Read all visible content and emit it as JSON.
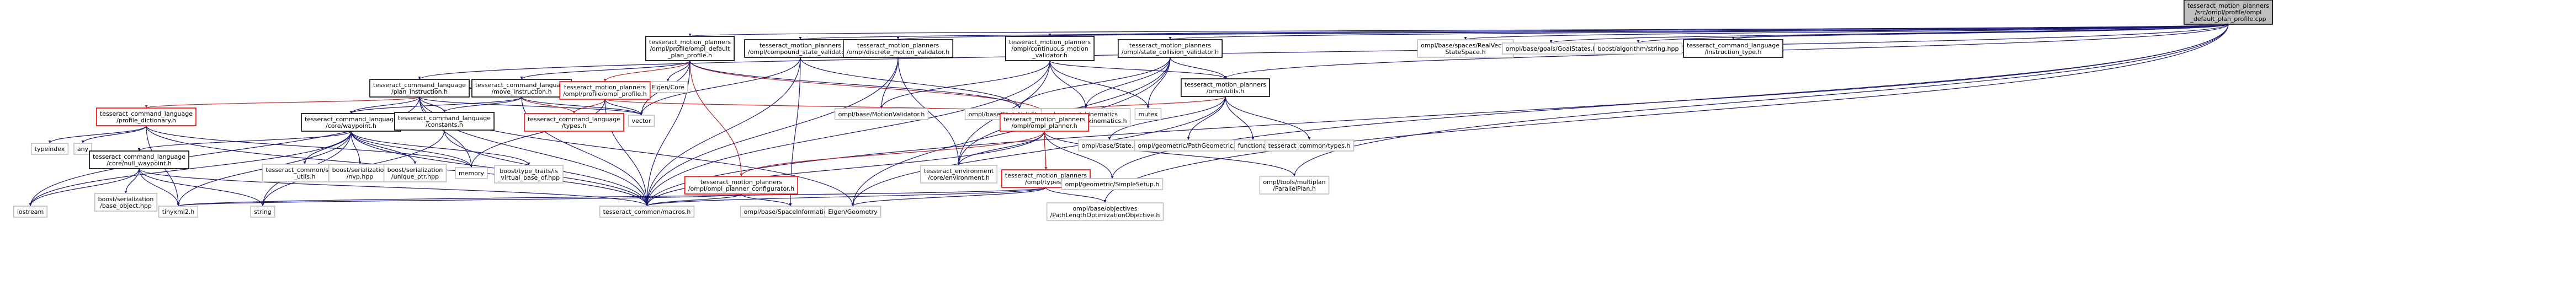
{
  "diagram": {
    "colors": {
      "root_fill": "#bfbfbf",
      "default_stroke": "#000000",
      "highlight_stroke": "#ff0000",
      "light_stroke": "#bfbfbf",
      "edge": "#191970",
      "edge_highlight": "#b22222"
    },
    "nodes": [
      {
        "id": "root",
        "style": "root",
        "lines": [
          "tesseract_motion_planners",
          "/src/ompl/profile/ompl",
          "_default_plan_profile.cpp"
        ]
      },
      {
        "id": "plan_instruction",
        "style": "default",
        "lines": [
          "tesseract_command_language",
          "/plan_instruction.h"
        ]
      },
      {
        "id": "ompl_default_plan_profile",
        "style": "default",
        "lines": [
          "tesseract_motion_planners",
          "/ompl/profile/ompl_default",
          "_plan_profile.h"
        ]
      },
      {
        "id": "compound_state_validator",
        "style": "default",
        "lines": [
          "tesseract_motion_planners",
          "/ompl/compound_state_validator.h"
        ]
      },
      {
        "id": "discrete_motion_validator",
        "style": "default",
        "lines": [
          "tesseract_motion_planners",
          "/ompl/discrete_motion_validator.h"
        ]
      },
      {
        "id": "continuous_motion_validator",
        "style": "default",
        "lines": [
          "tesseract_motion_planners",
          "/ompl/continuous_motion",
          "_validator.h"
        ]
      },
      {
        "id": "state_collision_validator",
        "style": "default",
        "lines": [
          "tesseract_motion_planners",
          "/ompl/state_collision_validator.h"
        ]
      },
      {
        "id": "real_vector_state_space",
        "style": "light",
        "lines": [
          "ompl/base/spaces/RealVector",
          "StateSpace.h"
        ]
      },
      {
        "id": "goal_states",
        "style": "light",
        "lines": [
          "ompl/base/goals/GoalStates.h"
        ]
      },
      {
        "id": "boost_string",
        "style": "light",
        "lines": [
          "boost/algorithm/string.hpp"
        ]
      },
      {
        "id": "instruction_type",
        "style": "default",
        "lines": [
          "tesseract_command_language",
          "/instruction_type.h"
        ]
      },
      {
        "id": "profile_dictionary",
        "style": "highlight",
        "lines": [
          "tesseract_command_language",
          "/profile_dictionary.h"
        ]
      },
      {
        "id": "move_instruction",
        "style": "default",
        "lines": [
          "tesseract_command_language",
          "/move_instruction.h"
        ]
      },
      {
        "id": "eigen_core",
        "style": "light",
        "lines": [
          "Eigen/Core"
        ]
      },
      {
        "id": "ompl_profile",
        "style": "highlight",
        "lines": [
          "tesseract_motion_planners",
          "/ompl/profile/ompl_profile.h"
        ]
      },
      {
        "id": "motion_validator",
        "style": "light",
        "lines": [
          "ompl/base/MotionValidator.h"
        ]
      },
      {
        "id": "state_validity_checker",
        "style": "light",
        "lines": [
          "ompl/base/StateValidityChecker.h"
        ]
      },
      {
        "id": "forward_kinematics",
        "style": "light",
        "lines": [
          "tesseract_kinematics",
          "/core/forward_kinematics.h"
        ]
      },
      {
        "id": "mutex",
        "style": "light",
        "lines": [
          "mutex"
        ]
      },
      {
        "id": "ompl_utils",
        "style": "default",
        "lines": [
          "tesseract_motion_planners",
          "/ompl/utils.h"
        ]
      },
      {
        "id": "typeindex",
        "style": "light",
        "lines": [
          "typeindex"
        ]
      },
      {
        "id": "any",
        "style": "light",
        "lines": [
          "any"
        ]
      },
      {
        "id": "waypoint",
        "style": "default",
        "lines": [
          "tesseract_command_language",
          "/core/waypoint.h"
        ]
      },
      {
        "id": "constants",
        "style": "default",
        "lines": [
          "tesseract_command_language",
          "/constants.h"
        ]
      },
      {
        "id": "types_cl",
        "style": "highlight",
        "lines": [
          "tesseract_command_language",
          "/types.h"
        ]
      },
      {
        "id": "vector",
        "style": "light",
        "lines": [
          "vector"
        ]
      },
      {
        "id": "ompl_planner",
        "style": "highlight",
        "lines": [
          "tesseract_motion_planners",
          "/ompl/ompl_planner.h"
        ]
      },
      {
        "id": "state_h",
        "style": "light",
        "lines": [
          "ompl/base/State.h"
        ]
      },
      {
        "id": "path_geometric",
        "style": "light",
        "lines": [
          "ompl/geometric/PathGeometric.h"
        ]
      },
      {
        "id": "functional",
        "style": "light",
        "lines": [
          "functional"
        ]
      },
      {
        "id": "common_types",
        "style": "light",
        "lines": [
          "tesseract_common/types.h"
        ]
      },
      {
        "id": "null_waypoint",
        "style": "default",
        "lines": [
          "tesseract_command_language",
          "/core/null_waypoint.h"
        ]
      },
      {
        "id": "sfinae_utils",
        "style": "light",
        "lines": [
          "tesseract_common/sfinae",
          "_utils.h"
        ]
      },
      {
        "id": "nvp",
        "style": "light",
        "lines": [
          "boost/serialization",
          "/nvp.hpp"
        ]
      },
      {
        "id": "unique_ptr",
        "style": "light",
        "lines": [
          "boost/serialization",
          "/unique_ptr.hpp"
        ]
      },
      {
        "id": "memory",
        "style": "light",
        "lines": [
          "memory"
        ]
      },
      {
        "id": "is_virtual_base_of",
        "style": "light",
        "lines": [
          "boost/type_traits/is",
          "_virtual_base_of.hpp"
        ]
      },
      {
        "id": "environment",
        "style": "light",
        "lines": [
          "tesseract_environment",
          "/core/environment.h"
        ]
      },
      {
        "id": "ompl_types",
        "style": "highlight",
        "lines": [
          "tesseract_motion_planners",
          "/ompl/types.h"
        ]
      },
      {
        "id": "simple_setup",
        "style": "light",
        "lines": [
          "ompl/geometric/SimpleSetup.h"
        ]
      },
      {
        "id": "parallel_plan",
        "style": "light",
        "lines": [
          "ompl/tools/multiplan",
          "/ParallelPlan.h"
        ]
      },
      {
        "id": "ompl_planner_configurator",
        "style": "highlight",
        "lines": [
          "tesseract_motion_planners",
          "/ompl/ompl_planner_configurator.h"
        ]
      },
      {
        "id": "base_object",
        "style": "light",
        "lines": [
          "boost/serialization",
          "/base_object.hpp"
        ]
      },
      {
        "id": "iostream",
        "style": "light",
        "lines": [
          "iostream"
        ]
      },
      {
        "id": "tinyxml2",
        "style": "light",
        "lines": [
          "tinyxml2.h"
        ]
      },
      {
        "id": "string",
        "style": "light",
        "lines": [
          "string"
        ]
      },
      {
        "id": "macros",
        "style": "light",
        "lines": [
          "tesseract_common/macros.h"
        ]
      },
      {
        "id": "space_information",
        "style": "light",
        "lines": [
          "ompl/base/SpaceInformation.h"
        ]
      },
      {
        "id": "eigen_geometry",
        "style": "light",
        "lines": [
          "Eigen/Geometry"
        ]
      },
      {
        "id": "path_length_objective",
        "style": "light",
        "lines": [
          "ompl/base/objectives",
          "/PathLengthOptimizationObjective.h"
        ]
      }
    ],
    "edges": [
      [
        "root",
        "plan_instruction"
      ],
      [
        "root",
        "ompl_default_plan_profile"
      ],
      [
        "root",
        "compound_state_validator"
      ],
      [
        "root",
        "discrete_motion_validator"
      ],
      [
        "root",
        "continuous_motion_validator"
      ],
      [
        "root",
        "state_collision_validator"
      ],
      [
        "root",
        "real_vector_state_space"
      ],
      [
        "root",
        "goal_states"
      ],
      [
        "root",
        "boost_string"
      ],
      [
        "root",
        "instruction_type"
      ],
      [
        "root",
        "ompl_utils"
      ],
      [
        "root",
        "simple_setup"
      ],
      [
        "root",
        "parallel_plan"
      ],
      [
        "root",
        "path_length_objective"
      ],
      [
        "root",
        "macros"
      ],
      [
        "plan_instruction",
        "profile_dictionary"
      ],
      [
        "plan_instruction",
        "move_instruction"
      ],
      [
        "plan_instruction",
        "waypoint"
      ],
      [
        "plan_instruction",
        "constants"
      ],
      [
        "plan_instruction",
        "vector"
      ],
      [
        "plan_instruction",
        "memory"
      ],
      [
        "plan_instruction",
        "macros"
      ],
      [
        "plan_instruction",
        "iostream"
      ],
      [
        "plan_instruction",
        "eigen_geometry"
      ],
      [
        "ompl_default_plan_profile",
        "ompl_profile"
      ],
      [
        "ompl_default_plan_profile",
        "eigen_core"
      ],
      [
        "ompl_default_plan_profile",
        "vector"
      ],
      [
        "ompl_default_plan_profile",
        "ompl_planner_configurator"
      ],
      [
        "ompl_default_plan_profile",
        "macros"
      ],
      [
        "ompl_default_plan_profile",
        "ompl_planner"
      ],
      [
        "ompl_default_plan_profile",
        "state_validity_checker"
      ],
      [
        "ompl_default_plan_profile",
        "move_instruction"
      ],
      [
        "compound_state_validator",
        "state_validity_checker"
      ],
      [
        "compound_state_validator",
        "vector"
      ],
      [
        "compound_state_validator",
        "macros"
      ],
      [
        "compound_state_validator",
        "space_information"
      ],
      [
        "discrete_motion_validator",
        "motion_validator"
      ],
      [
        "discrete_motion_validator",
        "macros"
      ],
      [
        "discrete_motion_validator",
        "environment"
      ],
      [
        "continuous_motion_validator",
        "motion_validator"
      ],
      [
        "continuous_motion_validator",
        "forward_kinematics"
      ],
      [
        "continuous_motion_validator",
        "mutex"
      ],
      [
        "continuous_motion_validator",
        "environment"
      ],
      [
        "continuous_motion_validator",
        "macros"
      ],
      [
        "continuous_motion_validator",
        "ompl_utils"
      ],
      [
        "state_collision_validator",
        "state_validity_checker"
      ],
      [
        "state_collision_validator",
        "forward_kinematics"
      ],
      [
        "state_collision_validator",
        "mutex"
      ],
      [
        "state_collision_validator",
        "ompl_utils"
      ],
      [
        "state_collision_validator",
        "environment"
      ],
      [
        "state_collision_validator",
        "eigen_geometry"
      ],
      [
        "profile_dictionary",
        "typeindex"
      ],
      [
        "profile_dictionary",
        "any"
      ],
      [
        "profile_dictionary",
        "memory"
      ],
      [
        "profile_dictionary",
        "macros"
      ],
      [
        "profile_dictionary",
        "tinyxml2"
      ],
      [
        "move_instruction",
        "waypoint"
      ],
      [
        "move_instruction",
        "constants"
      ],
      [
        "move_instruction",
        "types_cl"
      ],
      [
        "move_instruction",
        "vector"
      ],
      [
        "move_instruction",
        "macros"
      ],
      [
        "ompl_profile",
        "types_cl"
      ],
      [
        "ompl_profile",
        "ompl_planner"
      ],
      [
        "ompl_profile",
        "vector"
      ],
      [
        "ompl_profile",
        "memory"
      ],
      [
        "ompl_profile",
        "macros"
      ],
      [
        "waypoint",
        "null_waypoint"
      ],
      [
        "waypoint",
        "sfinae_utils"
      ],
      [
        "waypoint",
        "nvp"
      ],
      [
        "waypoint",
        "unique_ptr"
      ],
      [
        "waypoint",
        "memory"
      ],
      [
        "waypoint",
        "is_virtual_base_of"
      ],
      [
        "waypoint",
        "string"
      ],
      [
        "waypoint",
        "tinyxml2"
      ],
      [
        "waypoint",
        "macros"
      ],
      [
        "waypoint",
        "iostream"
      ],
      [
        "constants",
        "macros"
      ],
      [
        "constants",
        "string"
      ],
      [
        "ompl_utils",
        "state_h"
      ],
      [
        "ompl_utils",
        "path_geometric"
      ],
      [
        "ompl_utils",
        "functional"
      ],
      [
        "ompl_utils",
        "common_types"
      ],
      [
        "ompl_utils",
        "ompl_planner"
      ],
      [
        "ompl_utils",
        "eigen_geometry"
      ],
      [
        "ompl_planner",
        "ompl_planner_configurator"
      ],
      [
        "ompl_planner",
        "ompl_types"
      ],
      [
        "ompl_planner",
        "environment"
      ],
      [
        "ompl_planner",
        "simple_setup"
      ],
      [
        "ompl_planner",
        "parallel_plan"
      ],
      [
        "ompl_planner",
        "macros"
      ],
      [
        "ompl_types",
        "ompl_planner"
      ],
      [
        "ompl_types",
        "eigen_geometry"
      ],
      [
        "ompl_types",
        "path_length_objective"
      ],
      [
        "ompl_types",
        "macros"
      ],
      [
        "ompl_types",
        "tinyxml2"
      ],
      [
        "null_waypoint",
        "base_object"
      ],
      [
        "null_waypoint",
        "iostream"
      ],
      [
        "null_waypoint",
        "tinyxml2"
      ],
      [
        "null_waypoint",
        "string"
      ],
      [
        "null_waypoint",
        "macros"
      ],
      [
        "ompl_planner_configurator",
        "tinyxml2"
      ],
      [
        "ompl_planner_configurator",
        "space_information"
      ],
      [
        "ompl_planner_configurator",
        "macros"
      ]
    ]
  }
}
